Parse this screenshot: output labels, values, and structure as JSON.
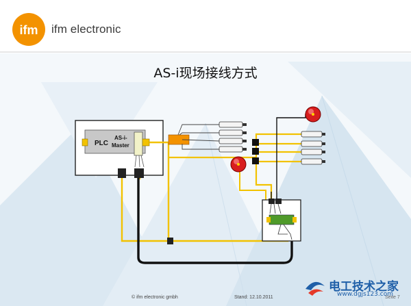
{
  "header": {
    "logo_word": "ifm",
    "brand": "ifm electronic"
  },
  "slide": {
    "title": "AS-i现场接线方式"
  },
  "diagram": {
    "plc_label": "PLC",
    "master_label_line1": "AS-i-",
    "master_label_line2": "Master"
  },
  "footer": {
    "copyright": "© ifm electronic gmbh",
    "stand": "Stand: 12.10.2011",
    "page": "Seite 7"
  },
  "watermark": {
    "text": "电工技术之家",
    "url": "www.dgjs123.com"
  },
  "colors": {
    "yellow_cable": "#f2c200",
    "black_cable": "#111111",
    "background_blue": "#dce9f3",
    "estop_red": "#d81e1e",
    "brand_orange": "#f39200"
  }
}
